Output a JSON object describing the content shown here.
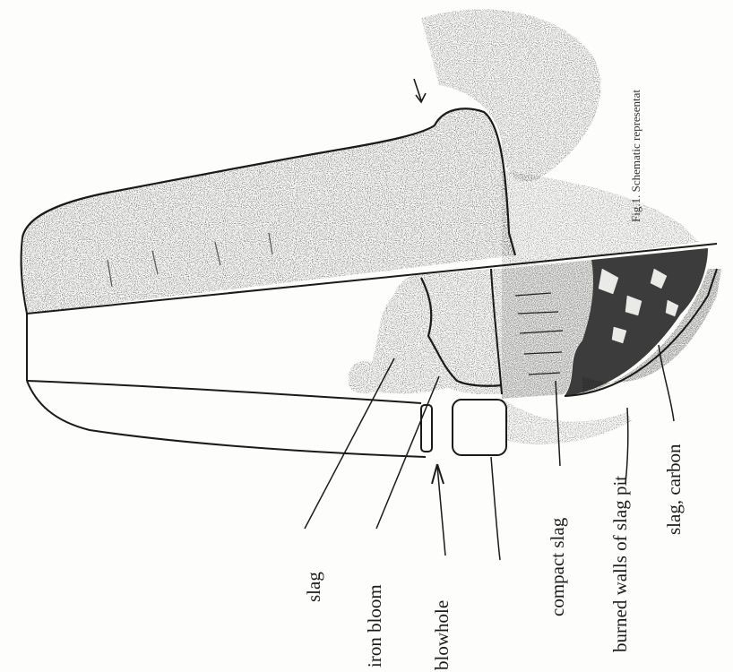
{
  "figure": {
    "caption": "Fig.1. Schematic representat",
    "labels": {
      "slag": "slag",
      "iron_bloom": "iron bloom",
      "blowhole": "blowhole",
      "compact_slag": "compact slag",
      "burned_walls": "burned walls of slag pit",
      "slag_carbon": "slag, carbon"
    }
  }
}
